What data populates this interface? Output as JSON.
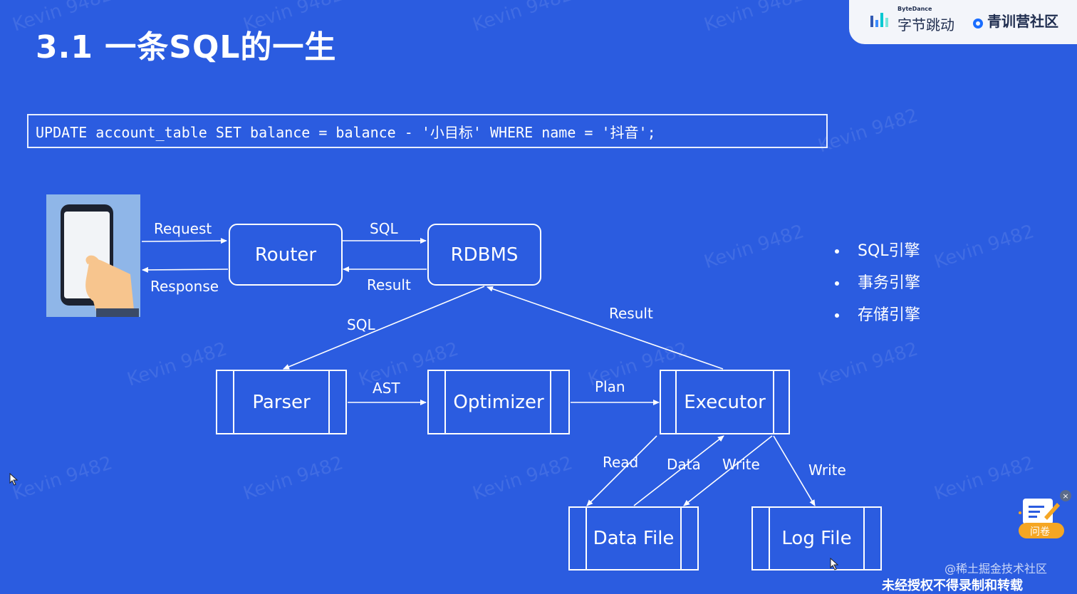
{
  "slide": {
    "title": "3.1 一条SQL的一生",
    "sql_statement": "UPDATE account_table SET balance = balance - '小目标' WHERE name = '抖音';"
  },
  "brand": {
    "bytedance_small": "ByteDance",
    "bytedance_name": "字节跳动",
    "community_name": "青训营社区"
  },
  "diagram": {
    "nodes": {
      "router": "Router",
      "rdbms": "RDBMS",
      "parser": "Parser",
      "optimizer": "Optimizer",
      "executor": "Executor",
      "data_file": "Data File",
      "log_file": "Log File"
    },
    "edge_labels": {
      "request": "Request",
      "response": "Response",
      "sql_top": "SQL",
      "result_top": "Result",
      "sql_down": "SQL",
      "result_up": "Result",
      "ast": "AST",
      "plan": "Plan",
      "read": "Read",
      "data": "Data",
      "write_data": "Write",
      "write_log": "Write"
    }
  },
  "bullets": [
    "SQL引擎",
    "事务引擎",
    "存储引擎"
  ],
  "watermark": "Kevin 9482",
  "survey": {
    "label": "问卷"
  },
  "footer": {
    "source": "@稀土掘金技术社区",
    "notice": "未经授权不得录制和转载"
  },
  "colors": {
    "background": "#2b5ce0",
    "line": "#ffffff",
    "brand_blue": "#1a6dff",
    "survey_orange": "#f5a623"
  }
}
